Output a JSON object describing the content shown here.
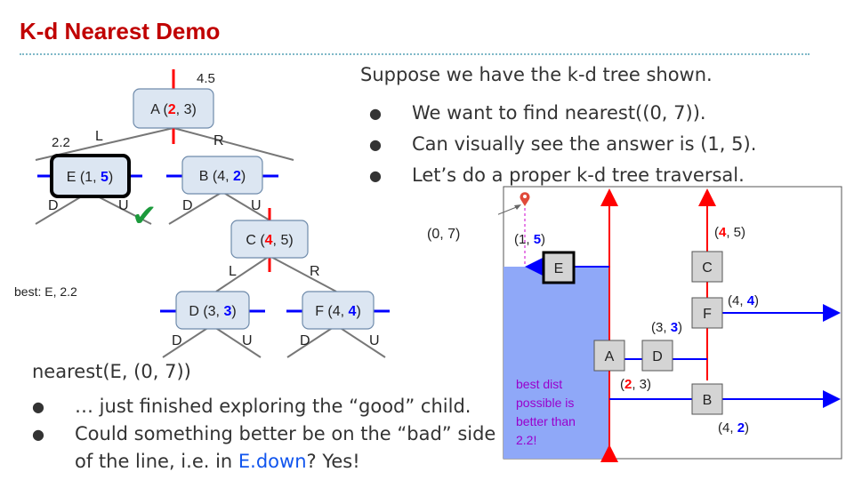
{
  "slide": {
    "title": "K-d Nearest Demo"
  },
  "intro": {
    "text": "Suppose we have the k-d tree shown.",
    "bullets": [
      "We want to find nearest((0, 7)).",
      "Can visually see the answer is (1, 5).",
      "Let’s do a proper k-d tree traversal."
    ]
  },
  "tree": {
    "split_label_top": "4.5",
    "split_label_e": "2.2",
    "best_text": "best: E, 2.2",
    "nodes": {
      "A": {
        "pre": "A (",
        "hi": "2",
        "post": ", 3)"
      },
      "E": {
        "pre": "E (1, ",
        "hi": "5",
        "post": ")"
      },
      "B": {
        "pre": "B (4, ",
        "hi": "2",
        "post": ")"
      },
      "C": {
        "pre": "C (",
        "hi": "4",
        "post": ", 5)"
      },
      "D": {
        "pre": "D (3, ",
        "hi": "3",
        "post": ")"
      },
      "F": {
        "pre": "F (4, ",
        "hi": "4",
        "post": ")"
      }
    },
    "edge_labels": {
      "left": "L",
      "right": "R",
      "down": "D",
      "up": "U"
    },
    "checkmark": "✔"
  },
  "status": {
    "call": "nearest(E, (0, 7))",
    "bullets": [
      {
        "text": "… just finished exploring the “good” child."
      },
      {
        "pre": "Could something better be on the “bad” side of the line, i.e. in ",
        "link": "E.down",
        "post": "? Yes!"
      }
    ]
  },
  "plane": {
    "query_label": "(0, 7)",
    "point_labels": {
      "E": {
        "pre": "(1, ",
        "hi": "5",
        "post": ")"
      },
      "C": {
        "pre": "",
        "hi": "4",
        "post": ", 5)"
      },
      "F": {
        "pre": "(4, ",
        "hi": "4",
        "post": ")"
      },
      "D": {
        "pre": "(3, ",
        "hi": "3",
        "post": ")"
      },
      "A": {
        "pre": "",
        "hi": "2",
        "post": ", 3)"
      },
      "B": {
        "pre": "(4, ",
        "hi": "2",
        "post": ")"
      }
    },
    "box_letters": {
      "A": "A",
      "B": "B",
      "C": "C",
      "D": "D",
      "E": "E",
      "F": "F"
    },
    "note_lines": [
      "best dist",
      "possible is",
      "better than",
      "2.2!"
    ]
  },
  "colors": {
    "title": "#c00000",
    "red": "#ff0000",
    "blue": "#0000ff",
    "region": "#8fa8f8",
    "note": "#9900cc",
    "check": "#1c9a3c"
  }
}
